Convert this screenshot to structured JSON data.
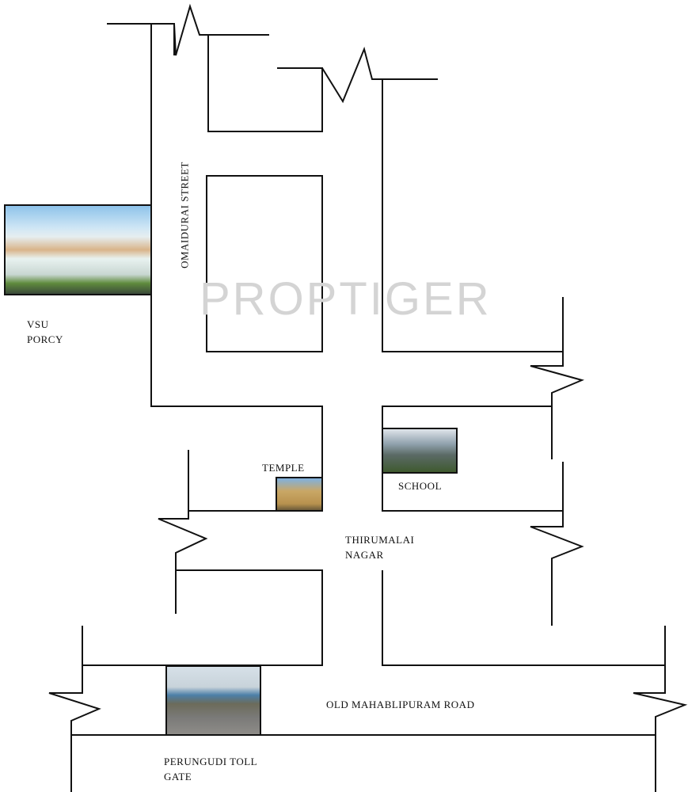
{
  "watermark": "PROPTIGER",
  "labels": {
    "street": "OMAIDURAI STREET",
    "project_line1": "VSU",
    "project_line2": "PORCY",
    "temple": "TEMPLE",
    "school": "SCHOOL",
    "area_line1": "THIRUMALAI",
    "area_line2": "NAGAR",
    "road": "OLD MAHABLIPURAM ROAD",
    "toll_line1": "PERUNGUDI TOLL",
    "toll_line2": "GATE"
  },
  "colors": {
    "line": "#111111",
    "watermark": "#dddddd"
  }
}
